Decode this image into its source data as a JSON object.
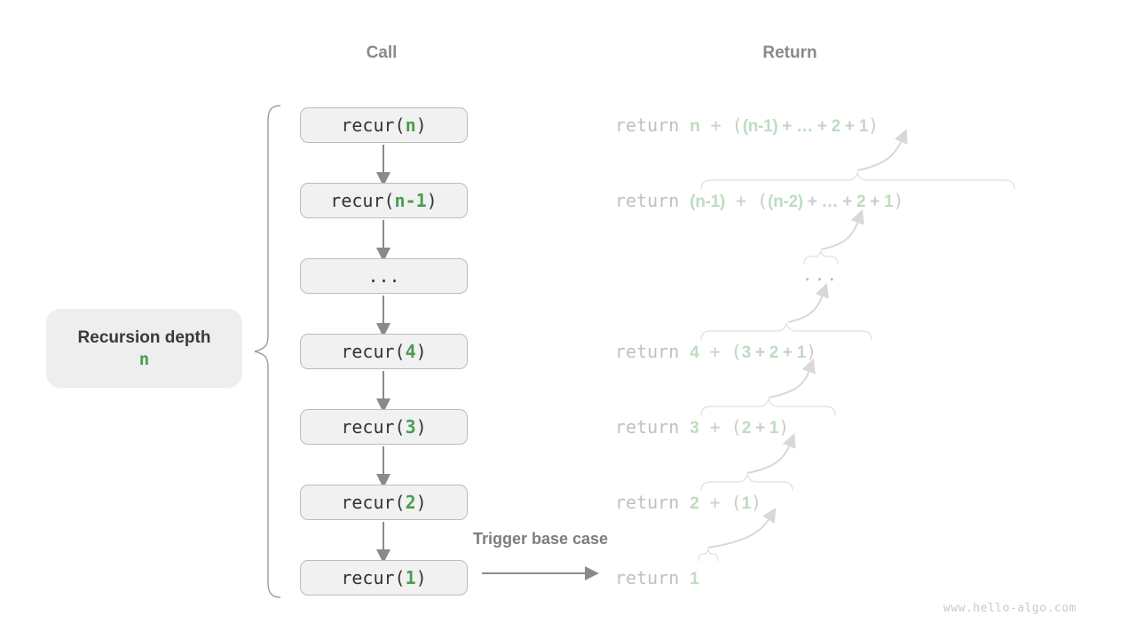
{
  "headers": {
    "call": "Call",
    "return": "Return"
  },
  "depth_label": {
    "title": "Recursion depth",
    "value": "n"
  },
  "trigger_label": "Trigger base case",
  "watermark": "www.hello-algo.com",
  "colors": {
    "accent_green": "#4a9c50",
    "light_green": "#bedcbf",
    "teal_ellipsis": "#b9d8de",
    "box_fill": "#f1f1f1",
    "box_border": "#bcbcbc",
    "header_gray": "#8a8a8a",
    "arrow_gray": "#8a8a8a",
    "faint_gray": "#cccccc",
    "brace_gray": "#a2a2a2",
    "faint_brace": "#e0e0e0"
  },
  "call_stack": [
    {
      "tokens": [
        {
          "t": "recur(",
          "c": "code"
        },
        {
          "t": "n",
          "c": "param"
        },
        {
          "t": ")",
          "c": "code"
        }
      ]
    },
    {
      "tokens": [
        {
          "t": "recur(",
          "c": "code"
        },
        {
          "t": "n-1",
          "c": "param"
        },
        {
          "t": ")",
          "c": "code"
        }
      ]
    },
    {
      "tokens": [
        {
          "t": "...",
          "c": "code"
        }
      ]
    },
    {
      "tokens": [
        {
          "t": "recur(",
          "c": "code"
        },
        {
          "t": "4",
          "c": "param"
        },
        {
          "t": ")",
          "c": "code"
        }
      ]
    },
    {
      "tokens": [
        {
          "t": "recur(",
          "c": "code"
        },
        {
          "t": "3",
          "c": "param"
        },
        {
          "t": ")",
          "c": "code"
        }
      ]
    },
    {
      "tokens": [
        {
          "t": "recur(",
          "c": "code"
        },
        {
          "t": "2",
          "c": "param"
        },
        {
          "t": ")",
          "c": "code"
        }
      ]
    },
    {
      "tokens": [
        {
          "t": "recur(",
          "c": "code"
        },
        {
          "t": "1",
          "c": "param"
        },
        {
          "t": ")",
          "c": "code"
        }
      ]
    }
  ],
  "return_stack": {
    "rows": [
      {
        "tokens": [
          {
            "t": "return ",
            "c": "kw"
          },
          {
            "t": "n",
            "c": "g"
          },
          {
            "t": " + (",
            "c": "p"
          },
          {
            "t": "(n-1)",
            "c": "g"
          },
          {
            "t": " + ",
            "c": "b"
          },
          {
            "t": "…",
            "c": "e"
          },
          {
            "t": " + ",
            "c": "b"
          },
          {
            "t": "2",
            "c": "g"
          },
          {
            "t": " + ",
            "c": "b"
          },
          {
            "t": "1",
            "c": "g"
          },
          {
            "t": ")",
            "c": "p"
          }
        ]
      },
      {
        "tokens": [
          {
            "t": "return ",
            "c": "kw"
          },
          {
            "t": "(n-1)",
            "c": "g"
          },
          {
            "t": " + (",
            "c": "p"
          },
          {
            "t": "(n-2)",
            "c": "g"
          },
          {
            "t": " + ",
            "c": "b"
          },
          {
            "t": "…",
            "c": "e"
          },
          {
            "t": " + ",
            "c": "b"
          },
          {
            "t": "2",
            "c": "g"
          },
          {
            "t": " + ",
            "c": "b"
          },
          {
            "t": "1",
            "c": "g"
          },
          {
            "t": ")",
            "c": "p"
          }
        ]
      },
      {
        "tokens": [
          {
            "t": "...",
            "c": "dots"
          }
        ]
      },
      {
        "tokens": [
          {
            "t": "return ",
            "c": "kw"
          },
          {
            "t": "4",
            "c": "g"
          },
          {
            "t": " + (",
            "c": "p"
          },
          {
            "t": "3",
            "c": "g"
          },
          {
            "t": " + ",
            "c": "b"
          },
          {
            "t": "2",
            "c": "g"
          },
          {
            "t": " + ",
            "c": "b"
          },
          {
            "t": "1",
            "c": "g"
          },
          {
            "t": ")",
            "c": "p"
          }
        ]
      },
      {
        "tokens": [
          {
            "t": "return ",
            "c": "kw"
          },
          {
            "t": "3",
            "c": "g"
          },
          {
            "t": " + (",
            "c": "p"
          },
          {
            "t": "2",
            "c": "g"
          },
          {
            "t": " + ",
            "c": "b"
          },
          {
            "t": "1",
            "c": "g"
          },
          {
            "t": ")",
            "c": "p"
          }
        ]
      },
      {
        "tokens": [
          {
            "t": "return ",
            "c": "kw"
          },
          {
            "t": "2",
            "c": "g"
          },
          {
            "t": " + (",
            "c": "p"
          },
          {
            "t": "1",
            "c": "g"
          },
          {
            "t": ")",
            "c": "p"
          }
        ]
      },
      {
        "tokens": [
          {
            "t": "return ",
            "c": "kw"
          },
          {
            "t": "1",
            "c": "g"
          }
        ]
      }
    ]
  }
}
